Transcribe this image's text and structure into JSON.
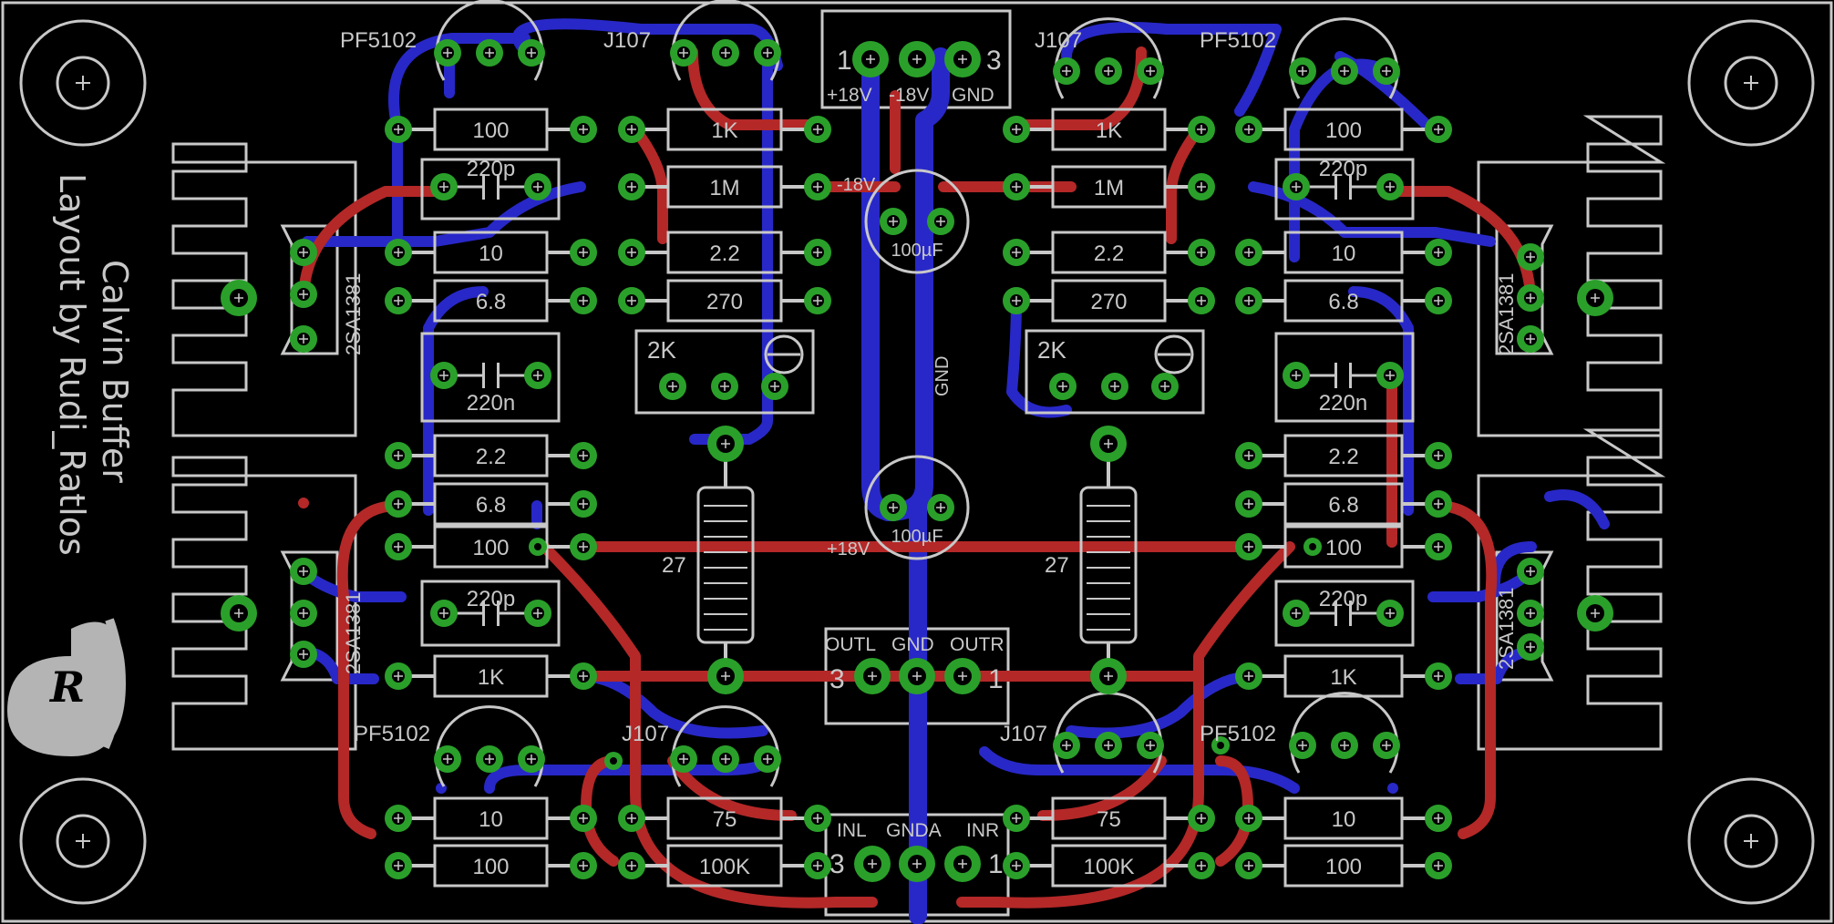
{
  "board": {
    "title": "Calvin Buffer",
    "credit": "Layout by Rudi_Ratlos",
    "logo_letter": "R",
    "colors": {
      "background": "#000000",
      "outline": "#c8c8c8",
      "bottom_trace": "#2828c8",
      "top_trace": "#b42828",
      "pad_ring": "#2aa02a",
      "via": "#3c3cff"
    }
  },
  "connectors": {
    "power": {
      "pin_left": "1",
      "pin_right": "3",
      "labels": [
        "+18V",
        "-18V",
        "GND"
      ]
    },
    "output": {
      "pin_left": "3",
      "pin_right": "1",
      "labels": [
        "OUTL",
        "GND",
        "OUTR"
      ]
    },
    "input": {
      "pin_left": "3",
      "pin_right": "1",
      "labels": [
        "INL",
        "GNDA",
        "INR"
      ]
    }
  },
  "net_labels": {
    "neg": "-18V",
    "pos": "+18V",
    "gnd": "GND"
  },
  "parts": {
    "jfet_pf": "PF5102",
    "jfet_j": "J107",
    "transistor": "2SA1381",
    "cap_electrolytic": "100µF",
    "trimmer": "2K",
    "resistor_power": "27",
    "r100": "100",
    "r1k": "1K",
    "r1m": "1M",
    "r10": "10",
    "r2_2": "2.2",
    "r6_8": "6.8",
    "r270": "270",
    "r75": "75",
    "r100k": "100K",
    "c220p": "220p",
    "c220n": "220n"
  }
}
